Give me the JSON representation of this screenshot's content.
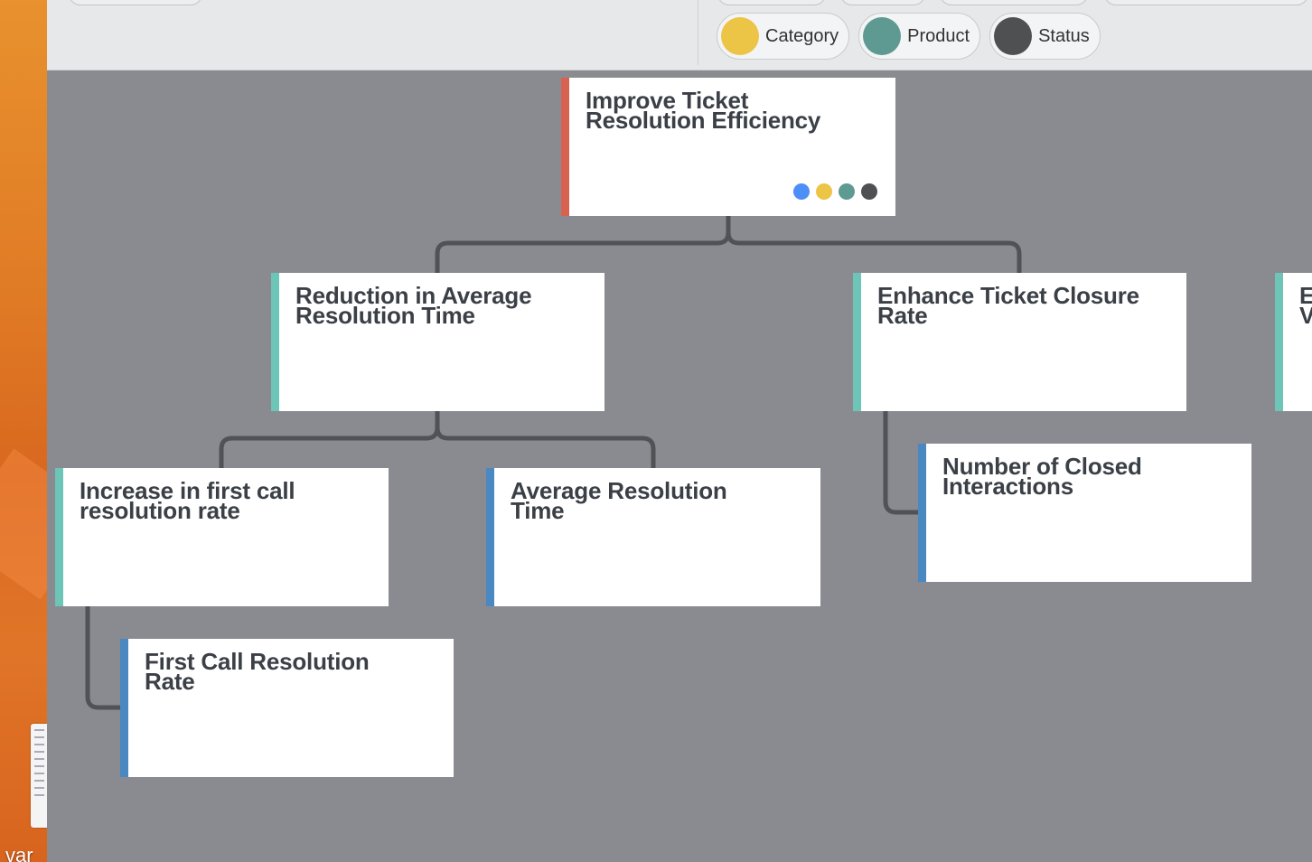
{
  "legend": {
    "items": [
      {
        "label": "Category",
        "color": "#ecc446"
      },
      {
        "label": "Product",
        "color": "#5e9a92"
      },
      {
        "label": "Status",
        "color": "#4f5052"
      }
    ]
  },
  "tree": {
    "root": {
      "title_line1": "Improve Ticket",
      "title_line2": "Resolution Efficiency",
      "accent": "#d9614f",
      "indicator_colors": [
        "#4e8ef7",
        "#ecc446",
        "#5e9a92",
        "#4f5052"
      ]
    },
    "child_a": {
      "title_line1": "Reduction in Average",
      "title_line2": "Resolution Time",
      "accent": "#6cc5b7"
    },
    "child_b": {
      "title_line1": "Enhance Ticket Closure",
      "title_line2": "Rate",
      "accent": "#6cc5b7"
    },
    "child_c": {
      "title_line1": "E",
      "title_line2": "V",
      "accent": "#6cc5b7"
    },
    "grandchild_a1": {
      "title_line1": "Increase in first call",
      "title_line2": "resolution rate",
      "accent": "#6cc5b7"
    },
    "grandchild_a2": {
      "title_line1": "Average Resolution",
      "title_line2": "Time",
      "accent": "#4a88c2"
    },
    "grandchild_b1": {
      "title_line1": "Number of Closed",
      "title_line2": "Interactions",
      "accent": "#4a88c2"
    },
    "leaf_a1": {
      "title_line1": "First Call Resolution",
      "title_line2": "Rate",
      "accent": "#4a88c2"
    }
  },
  "desktop": {
    "file_label": "var"
  }
}
